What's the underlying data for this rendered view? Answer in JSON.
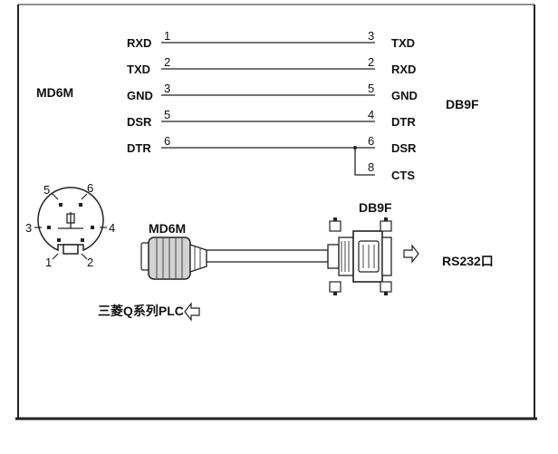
{
  "labels": {
    "left_connector": "MD6M",
    "right_connector": "DB9F",
    "cable_left": "MD6M",
    "cable_right": "DB9F",
    "port": "RS232口",
    "plc": "三菱Q系列PLC"
  },
  "wires": [
    {
      "left_signal": "RXD",
      "left_pin": "1",
      "right_pin": "3",
      "right_signal": "TXD"
    },
    {
      "left_signal": "TXD",
      "left_pin": "2",
      "right_pin": "2",
      "right_signal": "RXD"
    },
    {
      "left_signal": "GND",
      "left_pin": "3",
      "right_pin": "5",
      "right_signal": "GND"
    },
    {
      "left_signal": "DSR",
      "left_pin": "5",
      "right_pin": "4",
      "right_signal": "DTR"
    },
    {
      "left_signal": "DTR",
      "left_pin": "6",
      "right_pin": "6",
      "right_signal": "DSR"
    }
  ],
  "branch": {
    "pin": "8",
    "signal": "CTS"
  },
  "din_pins": [
    "1",
    "2",
    "3",
    "4",
    "5",
    "6"
  ],
  "icons": {
    "right_arrow": "hollow-right-arrow-icon",
    "left_arrow": "hollow-left-arrow-icon"
  }
}
